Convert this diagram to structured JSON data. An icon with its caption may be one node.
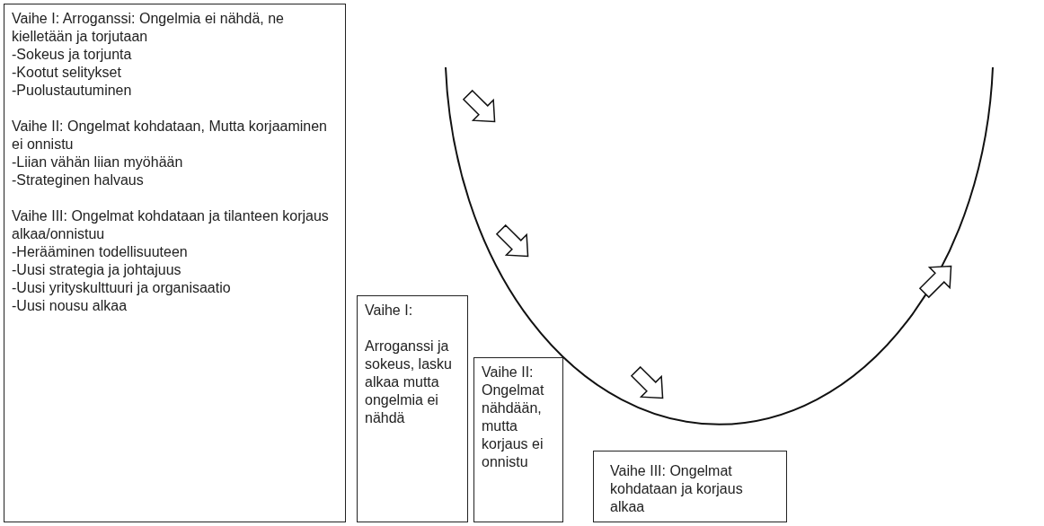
{
  "diagram": {
    "nodes": [
      {
        "text": [
          "Vaihe I: Arroganssi: Ongelmia ei nähdä, ne kielletään ja torjutaan",
          "-Sokeus ja torjunta",
          "-Kootut selitykset",
          "-Puolustautuminen",
          "Vaihe II: Ongelmat kohdataan, Mutta korjaaminen ei onnistu",
          "-Liian vähän liian myöhään",
          "-Strateginen halvaus",
          "Vaihe III: Ongelmat kohdataan ja tilanteen korjaus alkaa/onnistuu",
          "-Herääminen todellisuuteen",
          "-Uusi strategia ja johtajuus",
          "-Uusi yrityskulttuuri ja organisaatio",
          "-Uusi nousu alkaa"
        ]
      },
      {
        "text": [
          "Vaihe I:",
          "Arroganssi ja sokeus, lasku alkaa mutta ongelmia ei nähdä"
        ]
      },
      {
        "text": [
          "Vaihe II: Ongelmat nähdään, mutta korjaus ei onnistu"
        ]
      },
      {
        "text": [
          "Vaihe III: Ongelmat kohdataan ja korjaus alkaa"
        ]
      }
    ],
    "edges": []
  }
}
